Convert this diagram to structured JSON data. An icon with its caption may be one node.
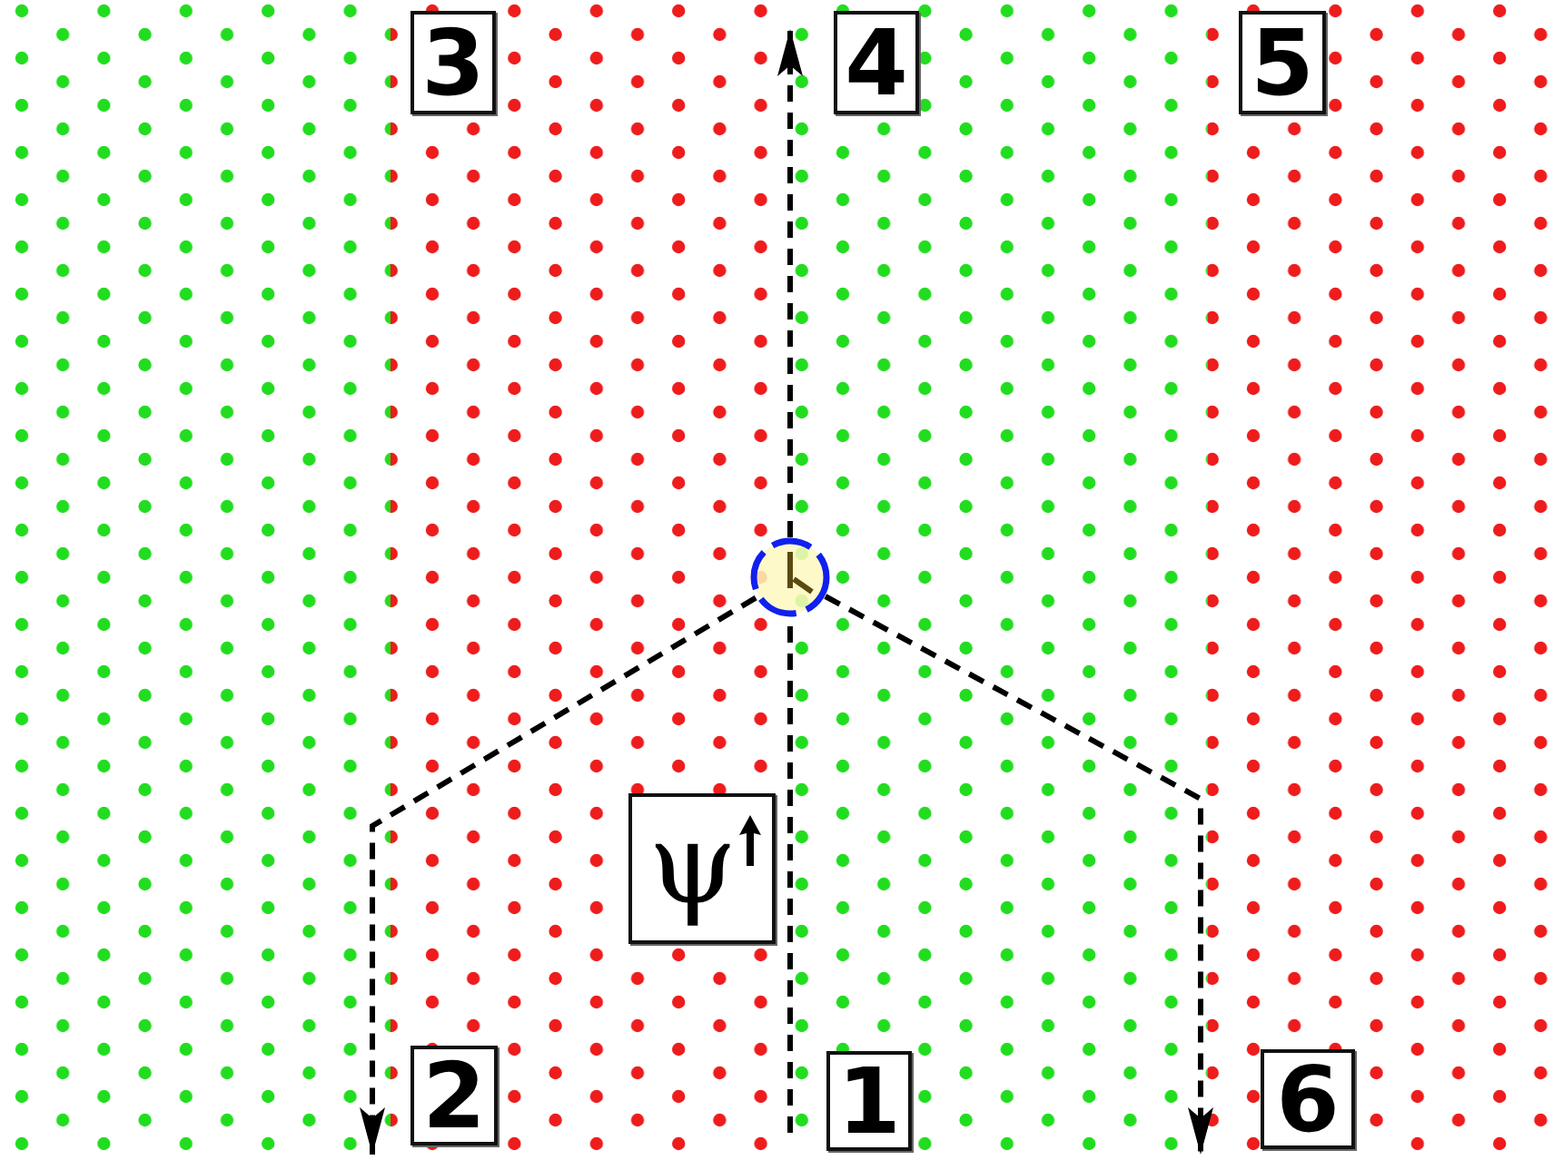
{
  "diagram": {
    "nodes": [
      {
        "text": [
          "3"
        ]
      },
      {
        "text": [
          "4"
        ]
      },
      {
        "text": [
          "5"
        ]
      },
      {
        "text": [],
        "shape": "circle"
      },
      {
        "text": [
          "ψ"
        ]
      },
      {
        "text": [
          "2"
        ]
      },
      {
        "text": [
          "1"
        ]
      },
      {
        "text": [
          "6"
        ]
      }
    ],
    "edges": [
      {
        "from": 6,
        "to": 3,
        "arrow": "none",
        "style": "dashed"
      },
      {
        "from": 3,
        "to": 1,
        "arrow": "to",
        "style": "dashed"
      },
      {
        "from": 3,
        "to": 5,
        "arrow": "to",
        "style": "dashed"
      },
      {
        "from": 3,
        "to": 7,
        "arrow": "to",
        "style": "dashed"
      }
    ]
  }
}
